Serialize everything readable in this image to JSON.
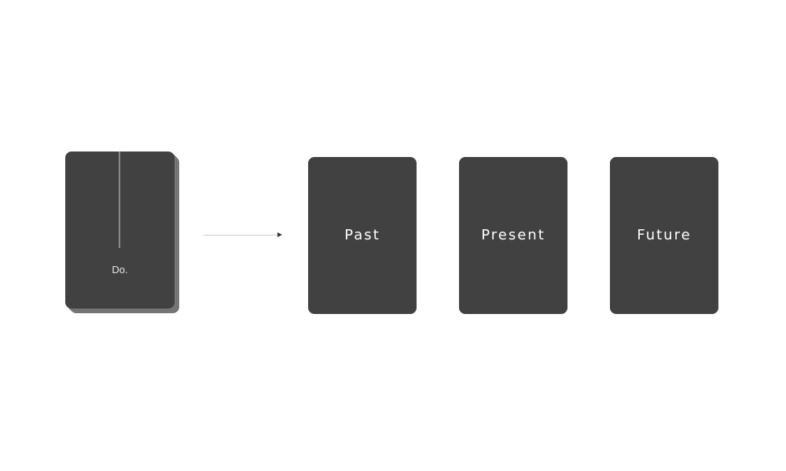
{
  "deck": {
    "label": "Do.",
    "layers": 6,
    "color": "#414141",
    "edge_color": "#7a7a7a"
  },
  "arrow": {
    "direction": "right"
  },
  "phases": [
    {
      "label": "Past"
    },
    {
      "label": "Present"
    },
    {
      "label": "Future"
    }
  ],
  "colors": {
    "card": "#414141",
    "text": "#ffffff",
    "background": "#ffffff"
  }
}
